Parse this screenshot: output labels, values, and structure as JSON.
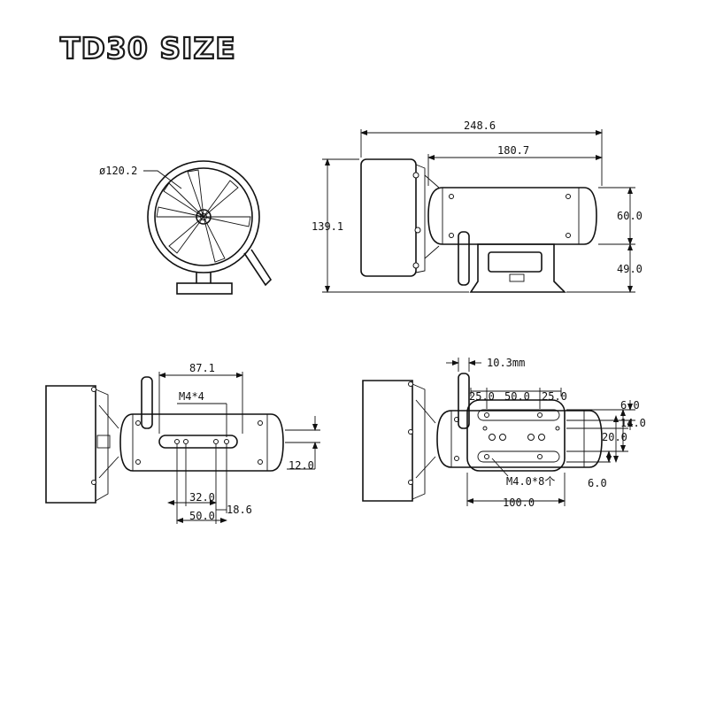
{
  "title": "TD30 SIZE",
  "front_view": {
    "diameter_label": "ø120.2"
  },
  "side_view": {
    "overall_length": "248.6",
    "body_length": "180.7",
    "overall_height": "139.1",
    "body_height": "60.0",
    "base_height": "49.0"
  },
  "bottom_view_left": {
    "offset": "87.1",
    "hole_label": "M4*4",
    "spacing_inner": "32.0",
    "spacing_outer": "50.0",
    "edge_offset": "18.6",
    "side_offset": "12.0"
  },
  "bottom_view_right": {
    "post_width": "10.3mm",
    "top_spacing_a": "25.0",
    "top_spacing_b": "50.0",
    "top_spacing_c": "25.0",
    "right_a": "6.0",
    "right_b": "14.0",
    "right_c": "20.0",
    "right_d": "6.0",
    "hole_label": "M4.0*8个",
    "plate_length": "100.0"
  }
}
